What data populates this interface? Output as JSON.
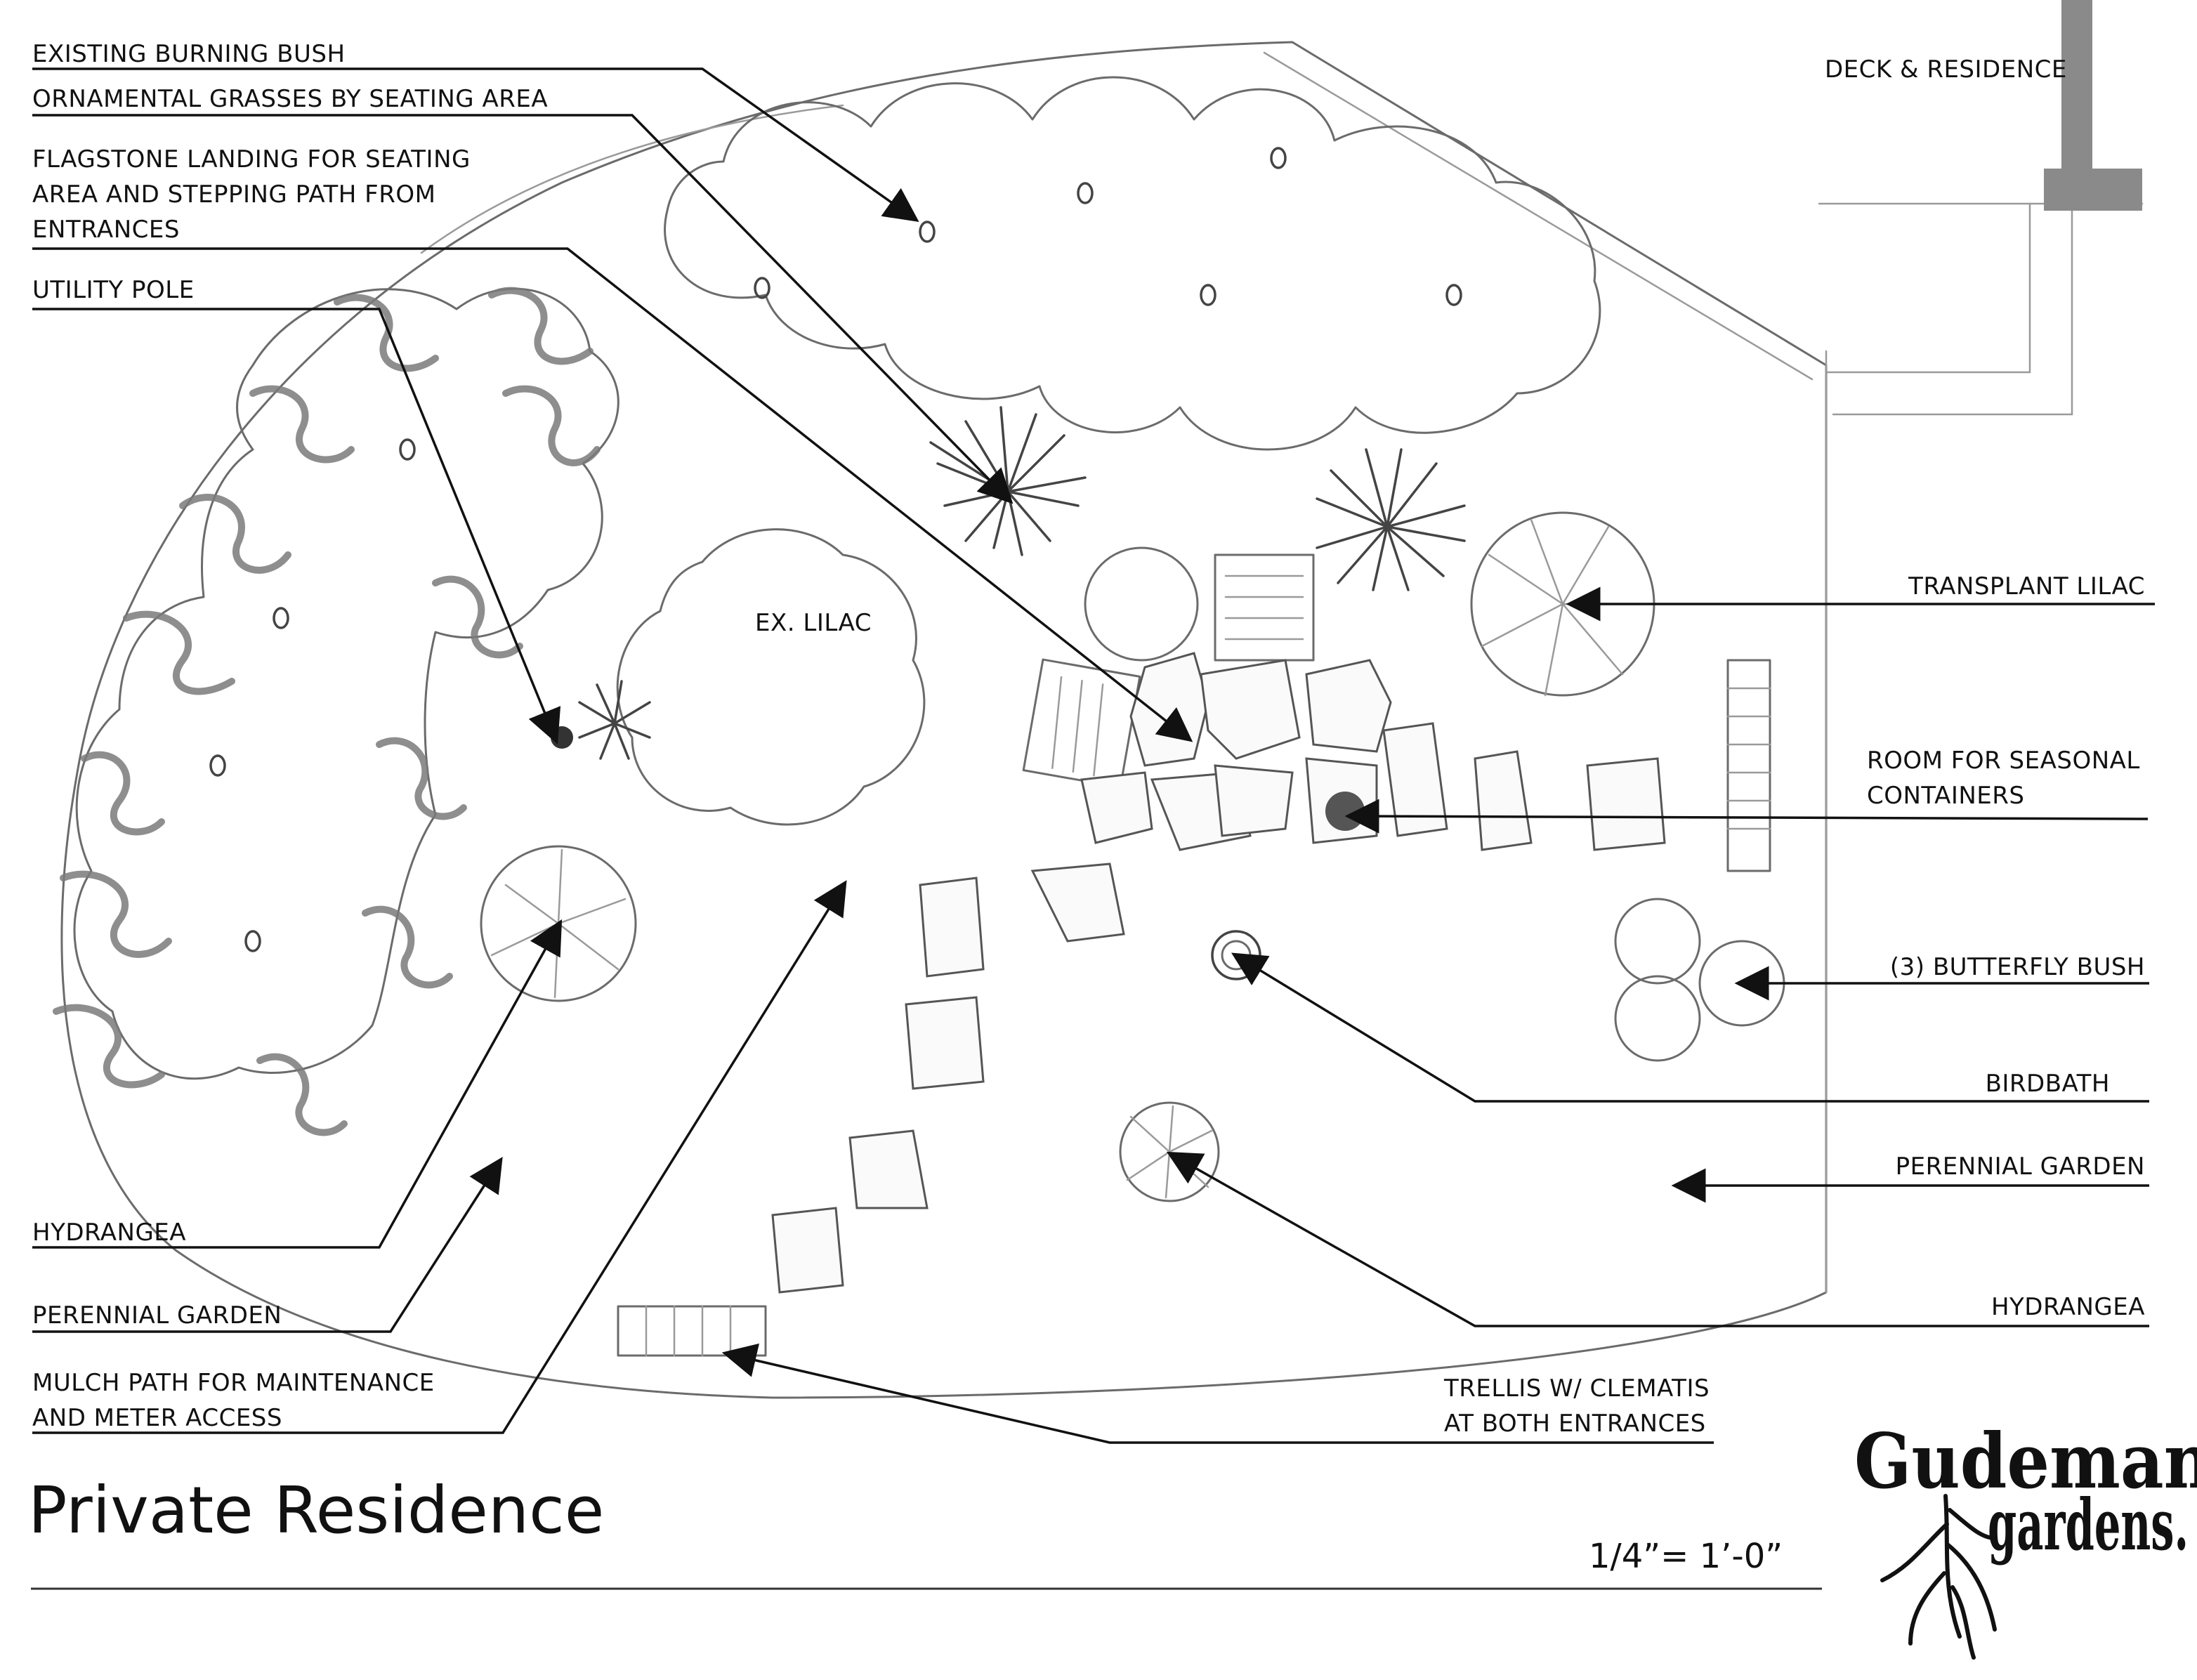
{
  "labels": {
    "burning_bush": "EXISTING BURNING BUSH",
    "grasses": "ORNAMENTAL GRASSES BY SEATING AREA",
    "flagstone_1": "FLAGSTONE LANDING FOR SEATING",
    "flagstone_2": "AREA AND STEPPING PATH FROM",
    "flagstone_3": "ENTRANCES",
    "utility_pole": "UTILITY POLE",
    "deck": "DECK & RESIDENCE",
    "ex_lilac": "EX. LILAC",
    "transplant_lilac": "TRANSPLANT LILAC",
    "containers_1": "ROOM FOR SEASONAL",
    "containers_2": "CONTAINERS",
    "butterfly_bush": "(3) BUTTERFLY BUSH",
    "birdbath": "BIRDBATH",
    "perennial_right": "PERENNIAL GARDEN",
    "hydrangea_right": "HYDRANGEA",
    "hydrangea_left": "HYDRANGEA",
    "perennial_left": "PERENNIAL GARDEN",
    "mulch_1": "MULCH PATH FOR MAINTENANCE",
    "mulch_2": "AND METER ACCESS",
    "trellis_1": "TRELLIS W/ CLEMATIS",
    "trellis_2": "AT BOTH ENTRANCES"
  },
  "footer": {
    "title": "Private Residence",
    "scale": "1/4”= 1’-0”"
  },
  "logo": {
    "line1": "Gudeman",
    "line2": "gardens."
  },
  "colors": {
    "ink": "#111111",
    "pencil": "#6b6b6b",
    "paper": "#ffffff"
  }
}
